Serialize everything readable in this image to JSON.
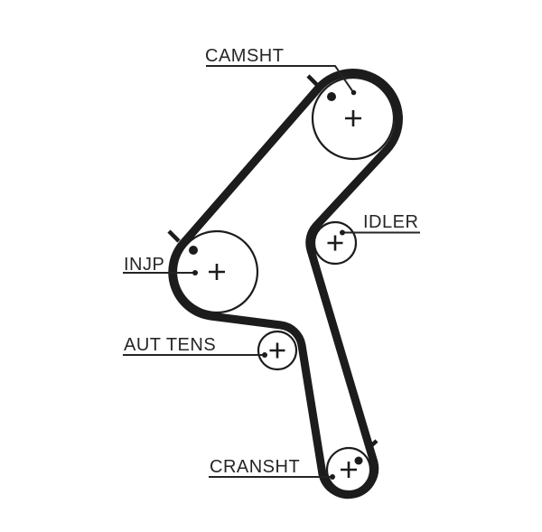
{
  "diagram": {
    "title": "timing-belt-routing-diagram",
    "background_color": "#ffffff",
    "line_color": "#1c1c1c",
    "text_color": "#262626"
  },
  "pulleys": {
    "camshaft": {
      "label": "CAMSHT"
    },
    "idler": {
      "label": "IDLER"
    },
    "injection_pump": {
      "label": "INJP"
    },
    "auto_tensioner": {
      "label": "AUT TENS"
    },
    "crankshaft": {
      "label": "CRANSHT"
    }
  }
}
